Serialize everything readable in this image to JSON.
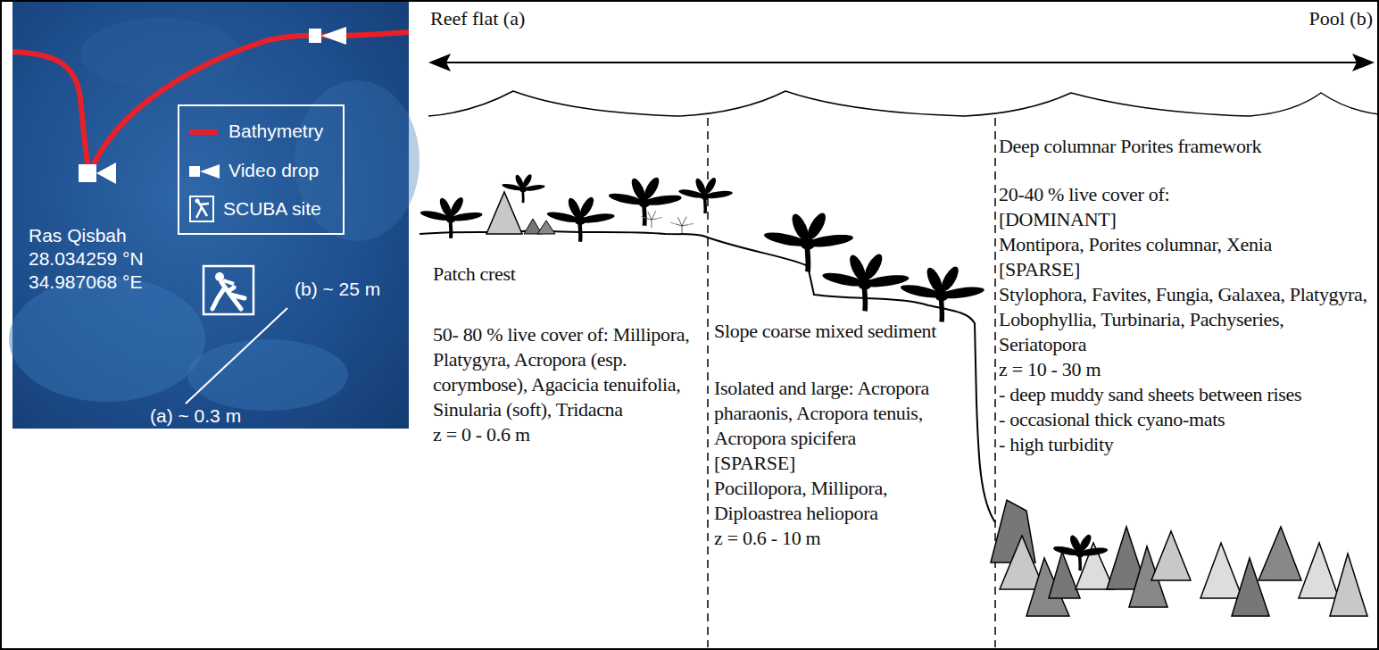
{
  "diagram": {
    "nodes": [
      {
        "text": [
          "Patch crest",
          "50- 80 % live cover of: Millipora, Platygyra, Acropora (esp. corymbose), Agacicia tenuifolia, Sinularia (soft), Tridacna",
          "z = 0 - 0.6 m"
        ]
      },
      {
        "text": [
          "Slope coarse mixed sediment",
          "Isolated and large: Acropora pharaonis, Acropora tenuis, Acropora spicifera",
          "[SPARSE]",
          "Pocillopora, Millipora, Diploastrea heliopora",
          "z = 0.6 - 10 m"
        ]
      },
      {
        "text": [
          "Deep columnar Porites framework",
          "20-40 % live cover of:",
          "[DOMINANT]",
          "Montipora, Porites columnar, Xenia",
          "[SPARSE]",
          "Stylophora, Favites, Fungia, Galaxea, Platygyra, Lobophyllia, Turbinaria, Pachyseries, Seriatopora",
          "z = 10 - 30 m",
          "- deep muddy sand sheets between rises",
          "- occasional thick cyano-mats",
          "- high turbidity"
        ]
      }
    ],
    "labels": [
      "Reef flat (a)",
      "Pool (b)",
      "Ras Qisbah",
      "28.034259 °N",
      "34.987068 °E",
      "(b) ~ 25 m",
      "(a) ~ 0.3 m"
    ],
    "legend": [
      {
        "text": "Bathymetry"
      },
      {
        "text": "Video drop"
      },
      {
        "text": "SCUBA site"
      }
    ]
  }
}
